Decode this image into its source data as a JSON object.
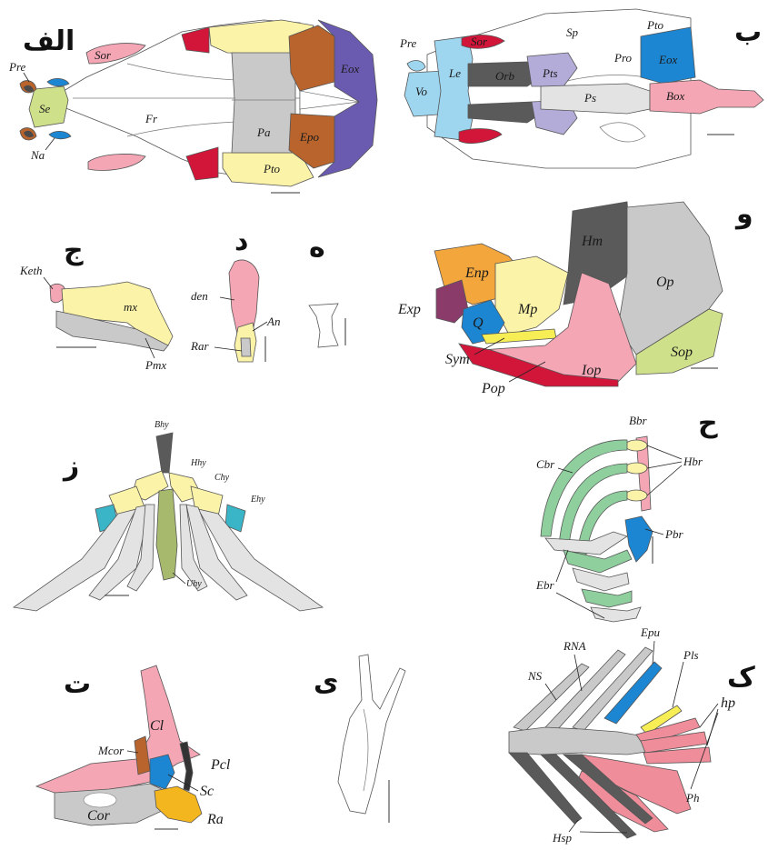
{
  "colors": {
    "pink": "#f4a6b5",
    "rose": "#f08d9a",
    "red": "#d2163a",
    "yellow": "#fbf3a8",
    "yellow2": "#f7ed55",
    "orange": "#f3a63c",
    "brown": "#b8642c",
    "purple": "#6b5bb0",
    "lavender": "#b3acd8",
    "lightblue": "#9fd6ef",
    "blue": "#1c86d2",
    "teal": "#3ab5c8",
    "green": "#8fcf9e",
    "olive": "#a7b96c",
    "lime": "#cfe08b",
    "grey": "#c9c9c9",
    "darkgrey": "#5a5a5a",
    "plum": "#8a3b6a",
    "gold": "#f3b61f"
  },
  "panels": {
    "alef": {
      "letter": "الف",
      "labels": {
        "pre": "Pre",
        "sor": "Sor",
        "se": "Se",
        "na": "Na",
        "fr": "Fr",
        "pa": "Pa",
        "pto": "Pto",
        "eox": "Eox",
        "epo": "Epo"
      }
    },
    "be": {
      "letter": "ب",
      "labels": {
        "pre": "Pre",
        "sor": "Sor",
        "sp": "Sp",
        "pto": "Pto",
        "le": "Le",
        "orb": "Orb",
        "pts": "Pts",
        "pro": "Pro",
        "eox": "Eox",
        "vo": "Vo",
        "ps": "Ps",
        "box": "Box"
      }
    },
    "jim": {
      "letter": "ج",
      "labels": {
        "keth": "Keth",
        "mx": "mx",
        "pmx": "Pmx"
      }
    },
    "dal": {
      "letter": "د",
      "labels": {
        "den": "den",
        "an": "An",
        "rar": "Rar"
      }
    },
    "he": {
      "letter": "ه"
    },
    "vav": {
      "letter": "و",
      "labels": {
        "hm": "Hm",
        "enp": "Enp",
        "exp": "Exp",
        "mp": "Mp",
        "op": "Op",
        "q": "Q",
        "sym": "Sym",
        "pop": "Pop",
        "iop": "Iop",
        "sop": "Sop"
      }
    },
    "ze": {
      "letter": "ز",
      "labels": {
        "bhy": "Bhy",
        "hhy": "Hhy",
        "chy": "Chy",
        "ehy": "Ehy",
        "uhy": "Uhy"
      }
    },
    "he2": {
      "letter": "ح",
      "labels": {
        "bbr": "Bbr",
        "cbr": "Cbr",
        "hbr": "Hbr",
        "pbr": "Pbr",
        "ebr": "Ebr"
      }
    },
    "te": {
      "letter": "ت",
      "labels": {
        "cl": "Cl",
        "mcor": "Mcor",
        "pcl": "Pcl",
        "sc": "Sc",
        "cor": "Cor",
        "ra": "Ra"
      }
    },
    "ye": {
      "letter": "ی"
    },
    "kaf": {
      "letter": "ک",
      "labels": {
        "rna": "RNA",
        "epu": "Epu",
        "ns": "NS",
        "pls": "Pls",
        "hp": "hp",
        "ph": "Ph",
        "hsp": "Hsp"
      }
    }
  }
}
